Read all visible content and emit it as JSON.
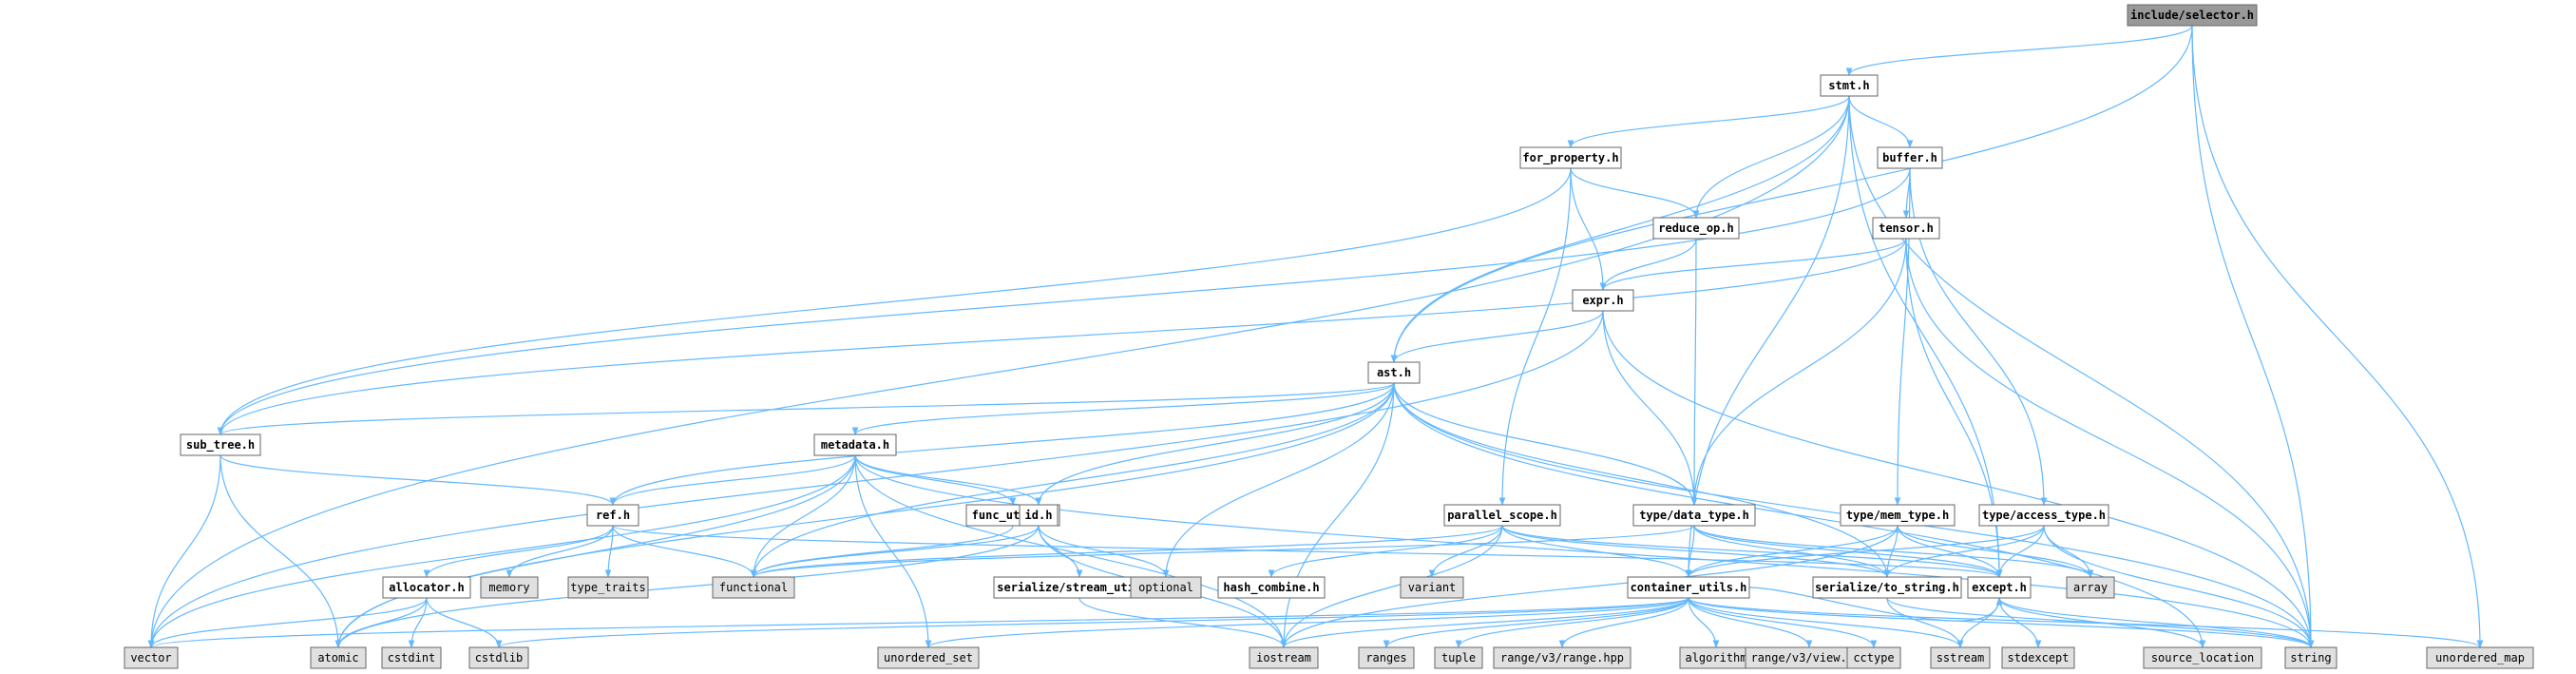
{
  "colors": {
    "root_fill": "#999999",
    "header_fill": "#ffffff",
    "external_fill": "#e0e0e0",
    "border": "#666666",
    "edge": "#63b8ff"
  },
  "nodes": [
    {
      "id": "include_selector_h",
      "label": "include/selector.h",
      "kind": "root"
    },
    {
      "id": "stmt_h",
      "label": "stmt.h",
      "kind": "header"
    },
    {
      "id": "for_property_h",
      "label": "for_property.h",
      "kind": "header"
    },
    {
      "id": "buffer_h",
      "label": "buffer.h",
      "kind": "header"
    },
    {
      "id": "reduce_op_h",
      "label": "reduce_op.h",
      "kind": "header"
    },
    {
      "id": "tensor_h",
      "label": "tensor.h",
      "kind": "header"
    },
    {
      "id": "expr_h",
      "label": "expr.h",
      "kind": "header"
    },
    {
      "id": "ast_h",
      "label": "ast.h",
      "kind": "header"
    },
    {
      "id": "sub_tree_h",
      "label": "sub_tree.h",
      "kind": "header"
    },
    {
      "id": "metadata_h",
      "label": "metadata.h",
      "kind": "header"
    },
    {
      "id": "ref_h",
      "label": "ref.h",
      "kind": "header"
    },
    {
      "id": "func_utils_h",
      "label": "func_utils.h",
      "kind": "header"
    },
    {
      "id": "id_h",
      "label": "id.h",
      "kind": "header"
    },
    {
      "id": "parallel_scope_h",
      "label": "parallel_scope.h",
      "kind": "header"
    },
    {
      "id": "type_data_type_h",
      "label": "type/data_type.h",
      "kind": "header"
    },
    {
      "id": "type_mem_type_h",
      "label": "type/mem_type.h",
      "kind": "header"
    },
    {
      "id": "type_access_type_h",
      "label": "type/access_type.h",
      "kind": "header"
    },
    {
      "id": "allocator_h",
      "label": "allocator.h",
      "kind": "header"
    },
    {
      "id": "serialize_stream_utils_h",
      "label": "serialize/stream_utils.h",
      "kind": "header"
    },
    {
      "id": "hash_combine_h",
      "label": "hash_combine.h",
      "kind": "header"
    },
    {
      "id": "container_utils_h",
      "label": "container_utils.h",
      "kind": "header"
    },
    {
      "id": "serialize_to_string_h",
      "label": "serialize/to_string.h",
      "kind": "header"
    },
    {
      "id": "except_h",
      "label": "except.h",
      "kind": "header"
    },
    {
      "id": "memory",
      "label": "memory",
      "kind": "external"
    },
    {
      "id": "type_traits",
      "label": "type_traits",
      "kind": "external"
    },
    {
      "id": "functional",
      "label": "functional",
      "kind": "external"
    },
    {
      "id": "optional",
      "label": "optional",
      "kind": "external"
    },
    {
      "id": "variant",
      "label": "variant",
      "kind": "external"
    },
    {
      "id": "array",
      "label": "array",
      "kind": "external"
    },
    {
      "id": "vector",
      "label": "vector",
      "kind": "external"
    },
    {
      "id": "atomic",
      "label": "atomic",
      "kind": "external"
    },
    {
      "id": "cstdint",
      "label": "cstdint",
      "kind": "external"
    },
    {
      "id": "cstdlib",
      "label": "cstdlib",
      "kind": "external"
    },
    {
      "id": "unordered_set",
      "label": "unordered_set",
      "kind": "external"
    },
    {
      "id": "iostream",
      "label": "iostream",
      "kind": "external"
    },
    {
      "id": "ranges",
      "label": "ranges",
      "kind": "external"
    },
    {
      "id": "tuple",
      "label": "tuple",
      "kind": "external"
    },
    {
      "id": "range_v3_range_hpp",
      "label": "range/v3/range.hpp",
      "kind": "external"
    },
    {
      "id": "algorithm",
      "label": "algorithm",
      "kind": "external"
    },
    {
      "id": "range_v3_view_hpp",
      "label": "range/v3/view.hpp",
      "kind": "external"
    },
    {
      "id": "cctype",
      "label": "cctype",
      "kind": "external"
    },
    {
      "id": "sstream",
      "label": "sstream",
      "kind": "external"
    },
    {
      "id": "stdexcept",
      "label": "stdexcept",
      "kind": "external"
    },
    {
      "id": "source_location",
      "label": "source_location",
      "kind": "external"
    },
    {
      "id": "string",
      "label": "string",
      "kind": "external"
    },
    {
      "id": "unordered_map",
      "label": "unordered_map",
      "kind": "external"
    }
  ],
  "edges": [
    [
      "include_selector_h",
      "stmt_h"
    ],
    [
      "include_selector_h",
      "ast_h"
    ],
    [
      "include_selector_h",
      "string"
    ],
    [
      "include_selector_h",
      "unordered_map"
    ],
    [
      "stmt_h",
      "for_property_h"
    ],
    [
      "stmt_h",
      "buffer_h"
    ],
    [
      "stmt_h",
      "reduce_op_h"
    ],
    [
      "stmt_h",
      "ast_h"
    ],
    [
      "stmt_h",
      "container_utils_h"
    ],
    [
      "stmt_h",
      "except_h"
    ],
    [
      "stmt_h",
      "string"
    ],
    [
      "stmt_h",
      "vector"
    ],
    [
      "for_property_h",
      "reduce_op_h"
    ],
    [
      "for_property_h",
      "expr_h"
    ],
    [
      "for_property_h",
      "parallel_scope_h"
    ],
    [
      "for_property_h",
      "sub_tree_h"
    ],
    [
      "buffer_h",
      "tensor_h"
    ],
    [
      "buffer_h",
      "type_mem_type_h"
    ],
    [
      "buffer_h",
      "type_access_type_h"
    ],
    [
      "buffer_h",
      "sub_tree_h"
    ],
    [
      "reduce_op_h",
      "expr_h"
    ],
    [
      "reduce_op_h",
      "type_data_type_h"
    ],
    [
      "tensor_h",
      "expr_h"
    ],
    [
      "tensor_h",
      "type_data_type_h"
    ],
    [
      "tensor_h",
      "except_h"
    ],
    [
      "tensor_h",
      "string"
    ],
    [
      "tensor_h",
      "sub_tree_h"
    ],
    [
      "expr_h",
      "ast_h"
    ],
    [
      "expr_h",
      "type_data_type_h"
    ],
    [
      "expr_h",
      "string"
    ],
    [
      "expr_h",
      "vector"
    ],
    [
      "ast_h",
      "sub_tree_h"
    ],
    [
      "ast_h",
      "metadata_h"
    ],
    [
      "ast_h",
      "ref_h"
    ],
    [
      "ast_h",
      "id_h"
    ],
    [
      "ast_h",
      "type_data_type_h"
    ],
    [
      "ast_h",
      "serialize_to_string_h"
    ],
    [
      "ast_h",
      "functional"
    ],
    [
      "ast_h",
      "optional"
    ],
    [
      "ast_h",
      "atomic"
    ],
    [
      "ast_h",
      "iostream"
    ],
    [
      "ast_h",
      "string"
    ],
    [
      "ast_h",
      "source_location"
    ],
    [
      "sub_tree_h",
      "ref_h"
    ],
    [
      "sub_tree_h",
      "vector"
    ],
    [
      "sub_tree_h",
      "atomic"
    ],
    [
      "metadata_h",
      "ref_h"
    ],
    [
      "metadata_h",
      "func_utils_h"
    ],
    [
      "metadata_h",
      "id_h"
    ],
    [
      "metadata_h",
      "functional"
    ],
    [
      "metadata_h",
      "vector"
    ],
    [
      "metadata_h",
      "atomic"
    ],
    [
      "metadata_h",
      "unordered_set"
    ],
    [
      "metadata_h",
      "iostream"
    ],
    [
      "metadata_h",
      "string"
    ],
    [
      "ref_h",
      "allocator_h"
    ],
    [
      "ref_h",
      "memory"
    ],
    [
      "ref_h",
      "type_traits"
    ],
    [
      "ref_h",
      "functional"
    ],
    [
      "ref_h",
      "except_h"
    ],
    [
      "func_utils_h",
      "functional"
    ],
    [
      "id_h",
      "serialize_stream_utils_h"
    ],
    [
      "id_h",
      "functional"
    ],
    [
      "id_h",
      "optional"
    ],
    [
      "id_h",
      "atomic"
    ],
    [
      "id_h",
      "iostream"
    ],
    [
      "allocator_h",
      "atomic"
    ],
    [
      "allocator_h",
      "cstdint"
    ],
    [
      "allocator_h",
      "cstdlib"
    ],
    [
      "allocator_h",
      "vector"
    ],
    [
      "serialize_stream_utils_h",
      "iostream"
    ],
    [
      "parallel_scope_h",
      "hash_combine_h"
    ],
    [
      "parallel_scope_h",
      "variant"
    ],
    [
      "parallel_scope_h",
      "container_utils_h"
    ],
    [
      "parallel_scope_h",
      "serialize_to_string_h"
    ],
    [
      "parallel_scope_h",
      "except_h"
    ],
    [
      "parallel_scope_h",
      "functional"
    ],
    [
      "parallel_scope_h",
      "iostream"
    ],
    [
      "type_data_type_h",
      "container_utils_h"
    ],
    [
      "type_data_type_h",
      "serialize_to_string_h"
    ],
    [
      "type_data_type_h",
      "except_h"
    ],
    [
      "type_data_type_h",
      "array"
    ],
    [
      "type_data_type_h",
      "functional"
    ],
    [
      "type_mem_type_h",
      "container_utils_h"
    ],
    [
      "type_mem_type_h",
      "serialize_to_string_h"
    ],
    [
      "type_mem_type_h",
      "except_h"
    ],
    [
      "type_mem_type_h",
      "array"
    ],
    [
      "type_mem_type_h",
      "iostream"
    ],
    [
      "type_access_type_h",
      "container_utils_h"
    ],
    [
      "type_access_type_h",
      "serialize_to_string_h"
    ],
    [
      "type_access_type_h",
      "except_h"
    ],
    [
      "type_access_type_h",
      "array"
    ],
    [
      "type_access_type_h",
      "string"
    ],
    [
      "container_utils_h",
      "except_h"
    ],
    [
      "container_utils_h",
      "vector"
    ],
    [
      "container_utils_h",
      "cstdlib"
    ],
    [
      "container_utils_h",
      "unordered_set"
    ],
    [
      "container_utils_h",
      "iostream"
    ],
    [
      "container_utils_h",
      "ranges"
    ],
    [
      "container_utils_h",
      "tuple"
    ],
    [
      "container_utils_h",
      "range_v3_range_hpp"
    ],
    [
      "container_utils_h",
      "algorithm"
    ],
    [
      "container_utils_h",
      "range_v3_view_hpp"
    ],
    [
      "container_utils_h",
      "cctype"
    ],
    [
      "container_utils_h",
      "sstream"
    ],
    [
      "container_utils_h",
      "string"
    ],
    [
      "container_utils_h",
      "unordered_map"
    ],
    [
      "serialize_to_string_h",
      "sstream"
    ],
    [
      "serialize_to_string_h",
      "string"
    ],
    [
      "except_h",
      "sstream"
    ],
    [
      "except_h",
      "stdexcept"
    ],
    [
      "except_h",
      "source_location"
    ],
    [
      "except_h",
      "string"
    ]
  ]
}
